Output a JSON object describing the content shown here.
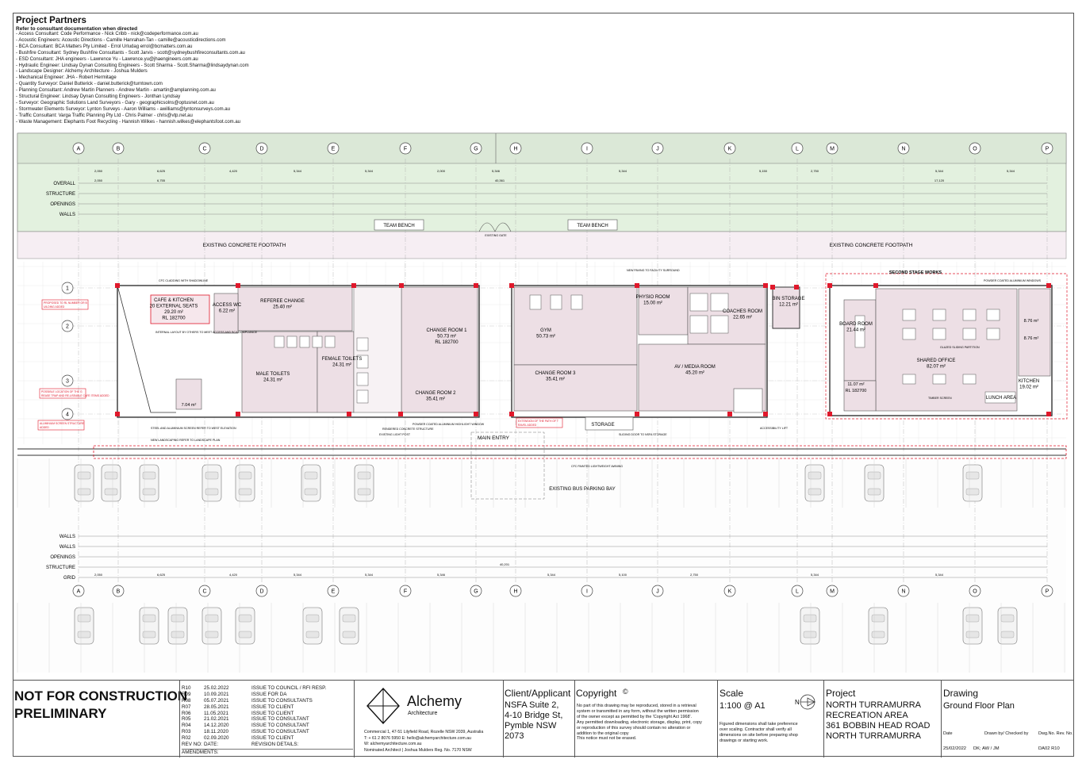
{
  "partners": {
    "title": "Project Partners",
    "subtitle": "Refer to consultant documentation when directed",
    "items": [
      "- Access Consultant: Code Performance - Nick Cribb - nick@codeperformance.com.au",
      "- Acoustic Engineers: Acoustic Directions - Camille Hanrahan-Tan - camille@acousticdirections.com",
      "- BCA Consultant: BCA Matters Pty Limited - Errol Urludag errol@bcmatters.com.au",
      "- Bushfire Consultant: Sydney Bushfire Consultants - Scott Jarvis - scott@sydneybushfireconsultants.com.au",
      "- ESD Consultant: JHA engineers - Lawrence Yu - Lawrence.yu@jhaengineers.com.au",
      "- Hydraulic Engineer: Lindsay Dynan Consulting Engineers - Scott Sharma - Scott.Sharma@lindsaydynan.com",
      "- Landscape Designer: Alchemy Architecture - Joshua Mulders",
      "- Mechanical Engineer: JHA - Robert Hermitage",
      "- Quantity Surveyor: Daniel Butterick - daniel.butterick@turntown.com",
      "- Planning Consultant: Andrew Martin Planners - Andrew Martin - amartin@amplanning.com.au",
      "- Structural Engineer: Lindsay Dynan Consulting Engineers - Jonthan Lyndsay",
      "- Surveyor: Geographic Solutions Land Surveyors - Gary - geographicsolns@optusnet.com.au",
      "- Stormwater Elements Surveyor: Lynton Surveys - Aaron Williams - awilliams@lyntonsurveys.com.au",
      "- Traffic Consultant: Varga Traffic Planning Pty Ltd - Chris Palmer - chris@vtp.net.au",
      "- Waste Management: Elephants Foot Recycling - Hannish Wilkes - hannish.wilkes@elephantsfoot.com.au"
    ]
  },
  "plan": {
    "grid_letters": [
      "A",
      "B",
      "C",
      "D",
      "E",
      "F",
      "G",
      "H",
      "I",
      "J",
      "K",
      "L",
      "M",
      "N",
      "O",
      "P"
    ],
    "grid_numbers": [
      "1",
      "2",
      "3",
      "4"
    ],
    "row_labels_top": [
      "OVERALL",
      "STRUCTURE",
      "OPENINGS",
      "WALLS"
    ],
    "row_labels_bottom": [
      "WALLS",
      "WALLS",
      "OPENINGS",
      "STRUCTURE",
      "GRID"
    ],
    "dims_top_1": [
      "2,050",
      "6,625",
      "4,420",
      "5,344",
      "5,344",
      "2,000",
      "5,346",
      "5,344",
      "5,150",
      "2,750",
      "5,344",
      "5,344"
    ],
    "dims_top_2": [
      "2,050",
      "6,755",
      "40,361",
      "17,120"
    ],
    "dims_bottom": [
      "2,050",
      "6,625",
      "4,420",
      "5,344",
      "5,344",
      "5,346",
      "5,344",
      "5,100",
      "2,750",
      "5,344",
      "5,344"
    ],
    "bottom_total": "40,201",
    "existing_footpath": "EXISTING CONCRETE FOOTPATH",
    "team_bench": "TEAM BENCH",
    "existing_gate": "EXISTING GATE",
    "second_stage": "SECOND STAGE WORKS",
    "main_entry": "MAIN ENTRY",
    "bus_bay": "EXISTING BUS PARKING BAY",
    "storage": "STORAGE",
    "rooms": [
      {
        "name": "CAFE & KITCHEN",
        "extra": "20 EXTERNAL SEATS",
        "area": "29.20 m²",
        "rl": "RL 182700"
      },
      {
        "name": "ACCESS WC",
        "area": "6.22 m²"
      },
      {
        "name": "REFEREE CHANGE",
        "area": "25.40 m²"
      },
      {
        "name": "MALE TOILETS",
        "area": "24.31 m²"
      },
      {
        "name": "FEMALE TOILETS",
        "area": "24.31 m²"
      },
      {
        "name": "CHANGE ROOM 1",
        "area": "50.73 m²",
        "rl": "RL 182700"
      },
      {
        "name": "CHANGE ROOM 2",
        "area": "35.41 m²"
      },
      {
        "name": "GYM",
        "area": "50.73 m²"
      },
      {
        "name": "CHANGE ROOM 3",
        "area": "35.41 m²"
      },
      {
        "name": "PHYSIO ROOM",
        "area": "15.00 m²"
      },
      {
        "name": "COACHES ROOM",
        "area": "22.65 m²"
      },
      {
        "name": "BIN STORAGE",
        "area": "12.21 m²"
      },
      {
        "name": "AV / MEDIA ROOM",
        "area": "45.20 m²"
      },
      {
        "name": "BOARD ROOM",
        "area": "21.44 m²"
      },
      {
        "name": "SHARED OFFICE",
        "area": "82.07 m²"
      },
      {
        "name": "KITCHEN",
        "area": "19.02 m²"
      },
      {
        "name": "LUNCH AREA"
      }
    ],
    "misc_areas": [
      "7.04 m²",
      "8.76 m²",
      "8.76 m²",
      "11.07 m²",
      "RL 182700"
    ],
    "notes": [
      "CFC CLADDING WITH SHADOWLINE",
      "NEW PAVING TO FACILITY SURROUND",
      "POWDER COATED ALUMINIUM WINDOWS",
      "POWDER COATED ALUMINIUM HIGHLIGHT WINDOW",
      "RENDERED CONCRETE STRUCTURE",
      "EXISTING LIGHT POST",
      "SLIDING DOOR TO NSFA STORAGE",
      "CFC PAINTED LIGHTWEIGHT AWNING",
      "ACCESSIBILITY LIFT",
      "NEW LANDSCAPING REFER TO LANDSCAPE PLAN",
      "STEEL AND ALUMINIUM SCREEN REFER TO WEST ELEVATION",
      "INTERNAL LAYOUT BY OTHERS TO MEET ACCESS AND BCA COMPLIANCE",
      "GLAZED SLIDING PARTITION",
      "TIMBER SCREEN"
    ],
    "red_notes": [
      "PROPOSED TO RL NUMBER OR BUILDING ADDED",
      "POSSIBLE LOCATION OF THE GREASE TRAP AND RE-USEABLE CAFE ITEMS ADDED",
      "ALUMINIUM SCREEN STRUCTURE ADDED",
      "EXTENSION OF THE PATH OF TRAVEL ADDED"
    ]
  },
  "titleblock": {
    "status_line1": "NOT FOR CONSTRUCTION",
    "status_line2": "PRELIMINARY",
    "revisions": [
      [
        "R10",
        "25.02.2022",
        "ISSUE TO COUNCIL / RFI RESP."
      ],
      [
        "R09",
        "10.09.2021",
        "ISSUE FOR DA"
      ],
      [
        "R08",
        "05.07.2021",
        "ISSUE TO CONSULTANTS"
      ],
      [
        "R07",
        "28.05.2021",
        "ISSUE TO CLIENT"
      ],
      [
        "R06",
        "11.05.2021",
        "ISSUE TO CLIENT"
      ],
      [
        "R05",
        "21.02.2021",
        "ISSUE TO CONSULTANT"
      ],
      [
        "R04",
        "14.12.2020",
        "ISSUE TO CONSULTANT"
      ],
      [
        "R03",
        "18.11.2020",
        "ISSUE TO CONSULTANT"
      ],
      [
        "R02",
        "02.09.2020",
        "ISSUE TO CLIENT"
      ],
      [
        "REV NO:",
        "DATE:",
        "REVISION DETAILS:"
      ]
    ],
    "amendments": "AMENDMENTS:",
    "firm_name": "Alchemy",
    "firm_sub": "Architecture",
    "firm_lines": [
      "Commercial 1, 47-51 Lilyfield Road, Rozelle NSW 2039, Australia",
      "T: + 61 2 8076 5950 E: hello@alchemyarchitecture.com.au",
      "W: alchemyarchitecture.com.au",
      "Nominated Architect | Joshua Mulders Reg. No. 7170 NSW"
    ],
    "client_title": "Client/Applicant",
    "client_lines": [
      "NSFA Suite 2,",
      "4-10 Bridge St,",
      "Pymble NSW",
      "2073"
    ],
    "copyright_title": "Copyright",
    "copyright_text": [
      "No part of this drawing may be reproduced, stored in a retrieval",
      "system or transmitted in any form, without the written permission",
      "of the owner except as permitted by the 'Copyright Act 1968'.",
      "Any permitted downloading, electronic storage, display, print, copy",
      "or reproduction of this survey should contain no alteration or",
      "addition to the original copy",
      "This notice must not be erased."
    ],
    "scale_title": "Scale",
    "scale_value": "1:100 @ A1",
    "scale_note": [
      "Figured dimensions shall take preference",
      "over scaling. Contractor shall verify all",
      "dimensions on site before preparing shop",
      "drawings or starting work."
    ],
    "project_title": "Project",
    "project_lines": [
      "NORTH TURRAMURRA",
      "RECREATION AREA",
      "361 BOBBIN HEAD ROAD",
      "NORTH TURRAMURRA"
    ],
    "drawing_title": "Drawing",
    "drawing_name": "Ground Floor Plan",
    "date_label": "Date",
    "drawn_label": "Drawn by/ Checked by",
    "dwg_label": "Dwg.No. Rev. No.",
    "date_value": "25/02/2022",
    "drawn_value": "DK; AW / JM",
    "dwg_value": "DA02 R10"
  },
  "colors": {
    "green_band": "#e3f1df",
    "pink_band": "#f6eef3",
    "room_fill": "#eddfe5",
    "red": "#e0182b"
  }
}
